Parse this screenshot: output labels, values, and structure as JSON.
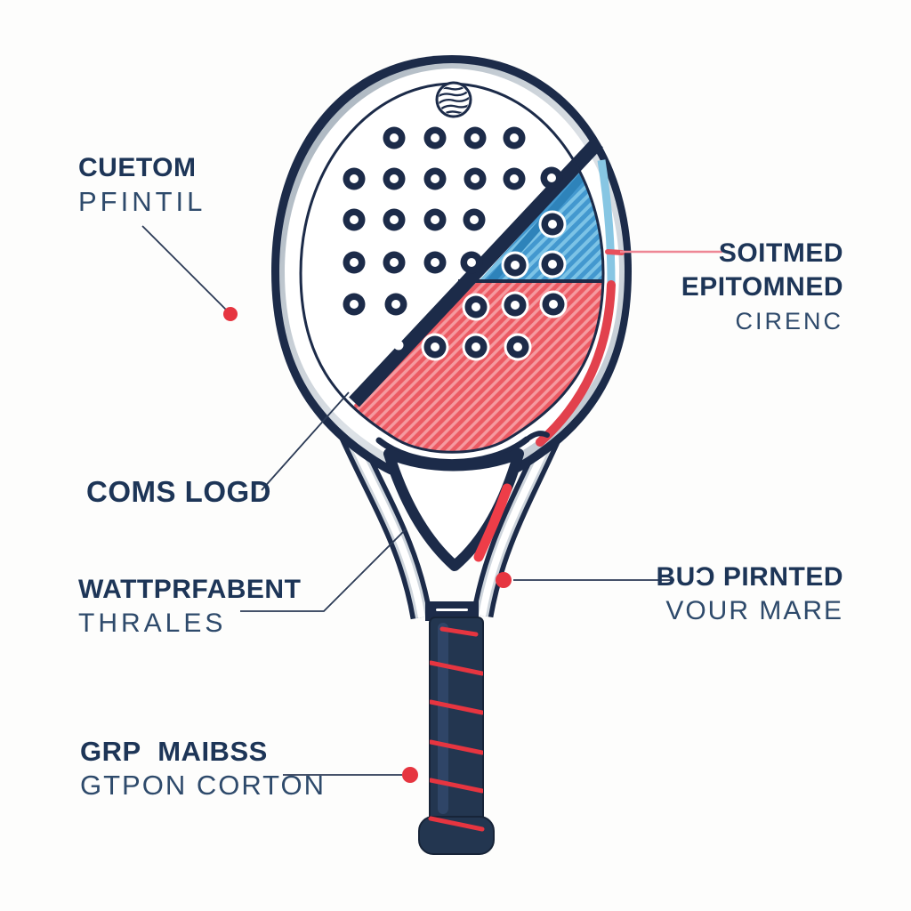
{
  "illustration": {
    "subject": "padel-racket-infographic",
    "ball_icon": "striped-ball-icon",
    "colors": {
      "navy": "#1c2b49",
      "text_bold": "#1d3557",
      "text_light": "#2e4a6b",
      "blue_print": "#4398cf",
      "blue_print_light": "#7cc3e6",
      "red_print": "#ec5a63",
      "red_print_light": "#f59aa0",
      "accent_red_dot": "#e63540",
      "leader_pink": "#ee8795",
      "silver_rim": "#cfd6dd",
      "grip_navy": "#233650"
    }
  },
  "annotations": {
    "custom_print": {
      "title": "CUETOM",
      "subtitle": "PFINTIL"
    },
    "printed_area": {
      "title": "SOITMED",
      "title2": "EPITOMNED",
      "subtitle": "CIRENC"
    },
    "core_logo": {
      "title": "COMS LOGD"
    },
    "waterproof": {
      "title": "WATTPRFABENT",
      "subtitle": "THRALES"
    },
    "printed_name": {
      "title": "BUƆ PIRNTED",
      "subtitle": "VOUR MARE"
    },
    "grip": {
      "title": "GRP MAIBSS",
      "subtitle": "GTPON CORTON"
    }
  }
}
